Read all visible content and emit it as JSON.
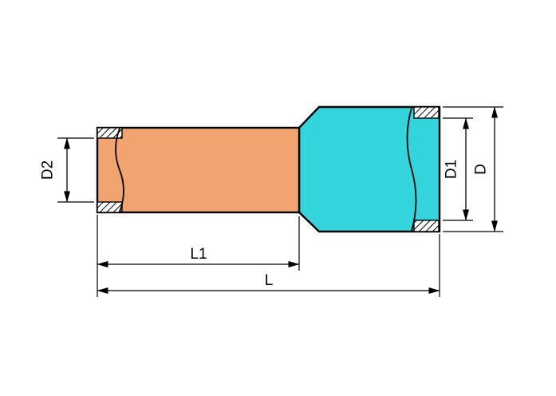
{
  "diagram": {
    "labels": {
      "d2": "D2",
      "d1": "D1",
      "d": "D",
      "l1": "L1",
      "l": "L"
    },
    "colors": {
      "copper_sleeve": "#F2A470",
      "insulation_collar": "#33D4DC",
      "outline": "#000000",
      "background": "#FFFFFF"
    }
  }
}
